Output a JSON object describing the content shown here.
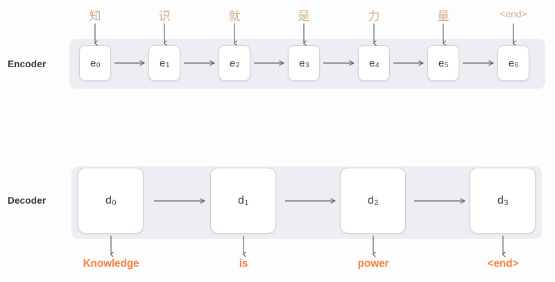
{
  "diagram": {
    "title": "Encoder-Decoder sequence-to-sequence diagram",
    "colors": {
      "band": "#eeedf3",
      "cell_border": "#cfcfd4",
      "cell_fill": "#ffffff",
      "input_token": "#d3ab86",
      "output_token": "#f6813d",
      "arrow": "#5b5d61",
      "label": "#2e3033"
    }
  },
  "encoder": {
    "label": "Encoder",
    "cells": [
      {
        "base": "e",
        "index": "0"
      },
      {
        "base": "e",
        "index": "1"
      },
      {
        "base": "e",
        "index": "2"
      },
      {
        "base": "e",
        "index": "3"
      },
      {
        "base": "e",
        "index": "4"
      },
      {
        "base": "e",
        "index": "5"
      },
      {
        "base": "e",
        "index": "6"
      }
    ],
    "input_tokens": [
      "知",
      "识",
      "就",
      "是",
      "力",
      "量",
      "<end>"
    ]
  },
  "decoder": {
    "label": "Decoder",
    "cells": [
      {
        "base": "d",
        "index": "0"
      },
      {
        "base": "d",
        "index": "1"
      },
      {
        "base": "d",
        "index": "2"
      },
      {
        "base": "d",
        "index": "3"
      }
    ],
    "output_tokens": [
      "Knowledge",
      "is",
      "power",
      "<end>"
    ]
  }
}
